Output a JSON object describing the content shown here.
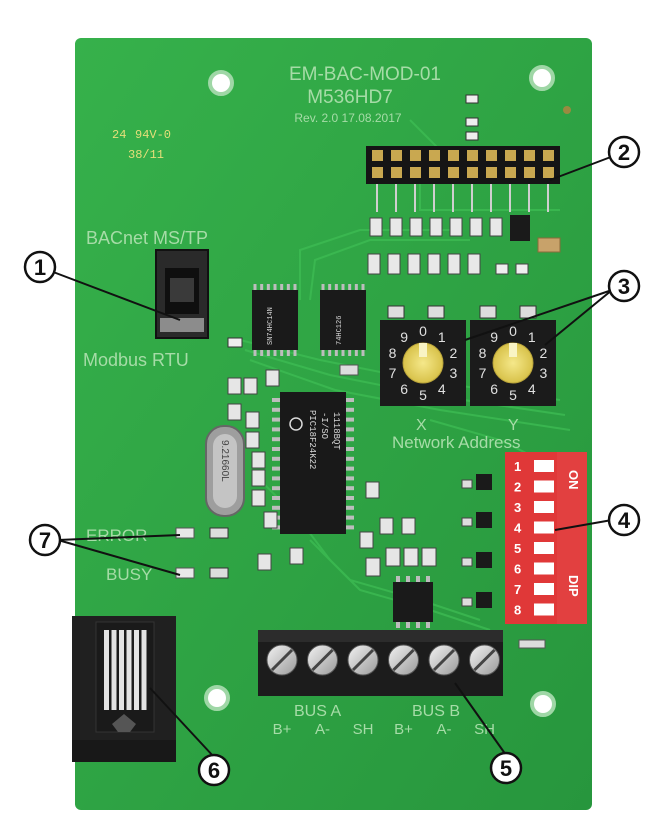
{
  "board": {
    "model": "EM-BAC-MOD-01",
    "serial": "M536HD7",
    "revision": "Rev. 2.0   17.08.2017",
    "ul_mark": "94V-0",
    "date_code": "38/11",
    "pcb_code": "24"
  },
  "labels": {
    "bacnet": "BACnet MS/TP",
    "modbus": "Modbus RTU",
    "network_address": "Network Address",
    "x": "X",
    "y": "Y",
    "error": "ERROR",
    "busy": "BUSY",
    "bus_a": "BUS A",
    "bus_b": "BUS B",
    "on": "ON",
    "dip": "DIP"
  },
  "terminals": [
    "B+",
    "A-",
    "SH",
    "B+",
    "A-",
    "SH"
  ],
  "dip_numbers": [
    "1",
    "2",
    "3",
    "4",
    "5",
    "6",
    "7",
    "8"
  ],
  "rotary_digits": [
    "0",
    "1",
    "2",
    "3",
    "4",
    "5",
    "6",
    "7",
    "8",
    "9"
  ],
  "chips": {
    "mcu": "PIC18F24K22",
    "mcu_sub": "-I/SO",
    "mcu_code": "1118BQT",
    "crystal": "9.21660L",
    "driver1": "SN74HC14N",
    "driver2": "74HC126"
  },
  "callouts": [
    {
      "num": "1"
    },
    {
      "num": "2"
    },
    {
      "num": "3"
    },
    {
      "num": "4"
    },
    {
      "num": "5"
    },
    {
      "num": "6"
    },
    {
      "num": "7"
    }
  ],
  "colors": {
    "pcb": "#2fa843",
    "pcb_dark": "#22883a",
    "silk": "#a6dca7",
    "dip": "#e03838",
    "terminal": "#1c1c1c"
  }
}
